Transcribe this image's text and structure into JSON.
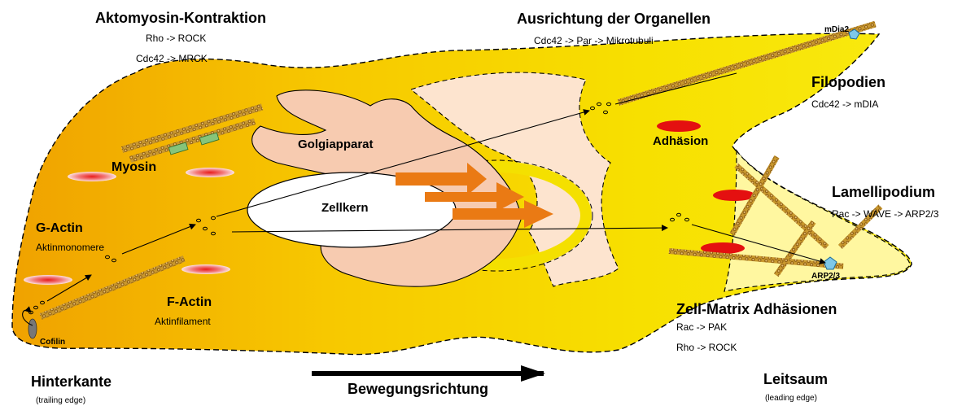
{
  "sections": {
    "actomyosin": {
      "title": "Aktomyosin-Kontraktion",
      "line1": "Rho -> ROCK",
      "line2": "Cdc42 -> MRCK"
    },
    "organelles": {
      "title": "Ausrichtung der Organellen",
      "line1": "Cdc42 -> Par -> Mikrotubuli"
    },
    "filopodia": {
      "title": "Filopodien",
      "line1": "Cdc42 -> mDIA"
    },
    "lamellipodium": {
      "title": "Lamellipodium",
      "line1": "Rac -> WAVE -> ARP2/3"
    },
    "adhesions": {
      "title": "Zell-Matrix Adhäsionen",
      "line1": "Rac -> PAK",
      "line2": "Rho -> ROCK"
    }
  },
  "structures": {
    "golgi": "Golgiapparat",
    "nucleus": "Zellkern",
    "adhesion": "Adhäsion",
    "myosin": "Myosin",
    "g_actin": "G-Actin",
    "g_actin_sub": "Aktinmonomere",
    "f_actin": "F-Actin",
    "f_actin_sub": "Aktinfilament",
    "cofilin": "Cofilin",
    "mdia2": "mDia2",
    "arp23": "ARP2/3"
  },
  "edges": {
    "trailing": "Hinterkante",
    "trailing_sub": "(trailing edge)",
    "leading": "Leitsaum",
    "leading_sub": "(leading edge)"
  },
  "direction": "Bewegungsrichtung",
  "colors": {
    "cytoplasm": "#f6d800",
    "cytoplasm_dark": "#f0a800",
    "lamella": "#fff9a0",
    "er": "#fde4cf",
    "golgi": "#f7cbb0",
    "nucleus_fill": "#ffffff",
    "movement_arrows": "#ea7a14",
    "adhesion_red": "#e41010",
    "filament": "#b07a1c",
    "myosin": "#86c47a",
    "arp": "#7ec8e8"
  }
}
